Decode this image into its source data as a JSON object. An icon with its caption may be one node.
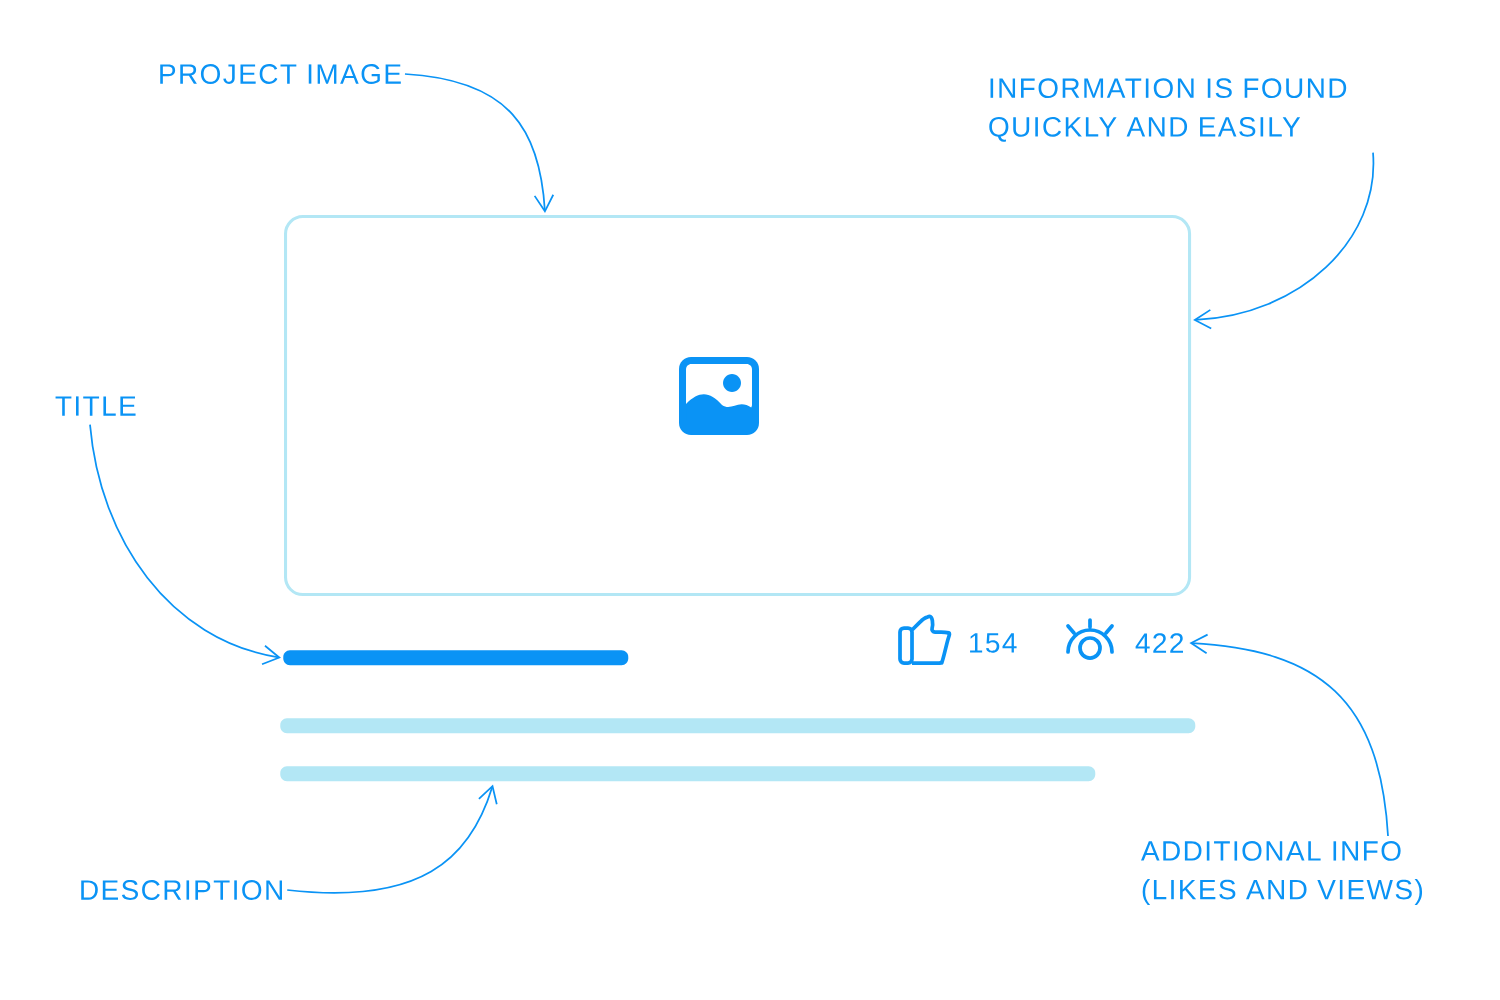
{
  "diagram": {
    "nodes": [
      {
        "text": [
          "PROJECT IMAGE"
        ]
      },
      {
        "text": [
          "INFORMATION IS FOUND QUICKLY AND EASILY"
        ]
      },
      {
        "text": [
          "TITLE"
        ]
      },
      {
        "text": [
          "DESCRIPTION"
        ]
      },
      {
        "text": [
          "ADDITIONAL INFO (LIKES AND VIEWS)"
        ]
      },
      {
        "text": [],
        "shape": "box"
      },
      {
        "text": [],
        "shape": "bar"
      },
      {
        "text": [],
        "shape": "bar"
      },
      {
        "text": [],
        "shape": "bar"
      },
      {
        "text": [
          "154"
        ]
      },
      {
        "text": [
          "422"
        ]
      }
    ],
    "edges": [
      {
        "from": 0,
        "to": 5,
        "arrow": "to"
      },
      {
        "from": 1,
        "to": 5,
        "arrow": "to"
      },
      {
        "from": 2,
        "to": 6,
        "arrow": "to"
      },
      {
        "from": 3,
        "to": 8,
        "arrow": "to"
      },
      {
        "from": 4,
        "to": 10,
        "arrow": "to"
      }
    ]
  }
}
